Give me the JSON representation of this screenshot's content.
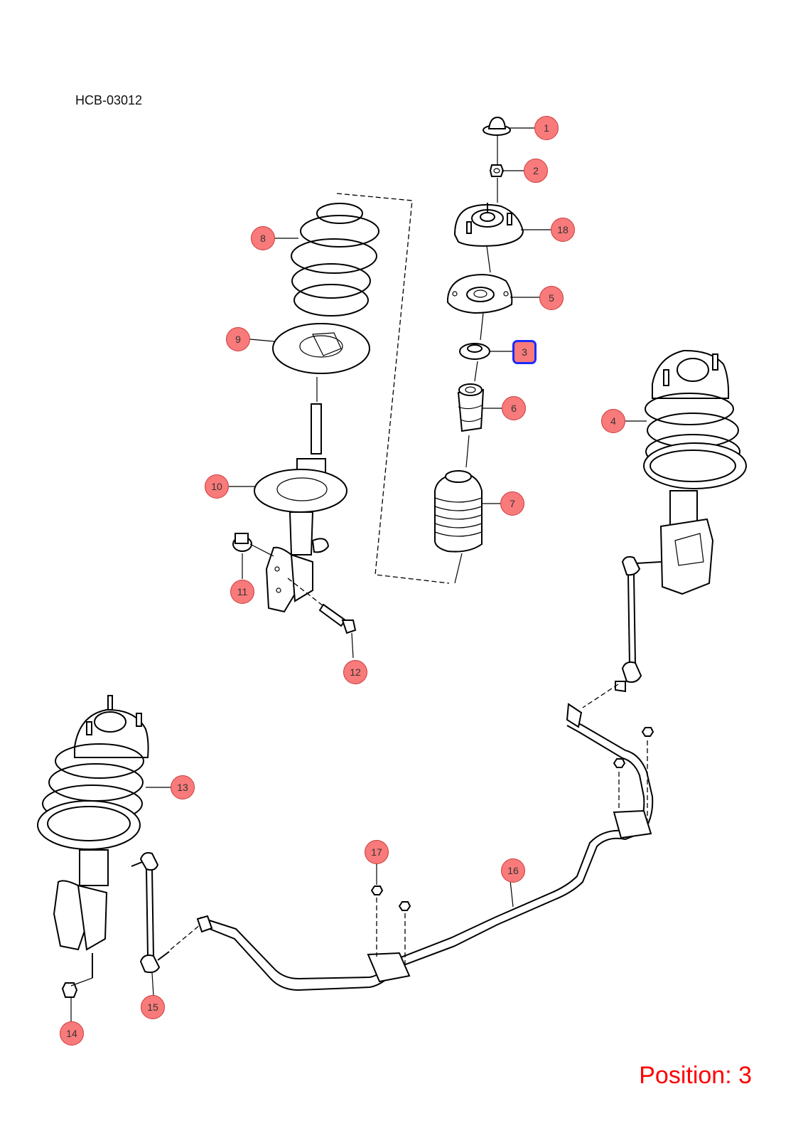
{
  "diagram": {
    "code": "HCB-03012",
    "position_label": "Position: 3",
    "selected_callout": "3",
    "colors": {
      "callout_fill": "#f87a7a",
      "callout_border": "#cc3b3b",
      "selected_border": "#1a2bff",
      "position_text": "#ff0000"
    }
  },
  "callouts": {
    "c1": "1",
    "c2": "2",
    "c3": "3",
    "c4": "4",
    "c5": "5",
    "c6": "6",
    "c7": "7",
    "c8": "8",
    "c9": "9",
    "c10": "10",
    "c11": "11",
    "c12": "12",
    "c13": "13",
    "c14": "14",
    "c15": "15",
    "c16": "16",
    "c17": "17",
    "c18": "18"
  }
}
